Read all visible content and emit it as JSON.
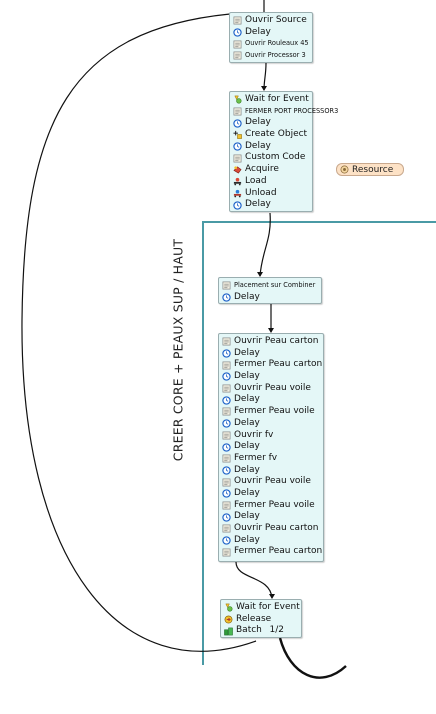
{
  "group": {
    "label": "CREER CORE + PEAUX SUP / HAUT"
  },
  "resource": {
    "label": "Resource",
    "icon": "resource-icon"
  },
  "blocks": [
    {
      "rows": [
        {
          "text": "Ouvrir Source",
          "icon": "script-icon"
        },
        {
          "text": "Delay",
          "icon": "clock-icon"
        },
        {
          "text": "Ouvrir Rouleaux 45",
          "icon": "script-icon",
          "small": true
        },
        {
          "text": "Ouvrir Processor 3",
          "icon": "script-icon",
          "small": true
        }
      ]
    },
    {
      "rows": [
        {
          "text": "Wait for Event",
          "icon": "wait-event-icon"
        },
        {
          "text": "FERMER PORT PROCESSOR3",
          "icon": "script-icon",
          "small": true
        },
        {
          "text": "Delay",
          "icon": "clock-icon"
        },
        {
          "text": "Create Object",
          "icon": "create-object-icon"
        },
        {
          "text": "Delay",
          "icon": "clock-icon"
        },
        {
          "text": "Custom Code",
          "icon": "script-icon"
        },
        {
          "text": "Acquire",
          "icon": "acquire-icon"
        },
        {
          "text": "Load",
          "icon": "load-icon"
        },
        {
          "text": "Unload",
          "icon": "unload-icon"
        },
        {
          "text": "Delay",
          "icon": "clock-icon"
        }
      ]
    },
    {
      "rows": [
        {
          "text": "Placement sur Combiner",
          "icon": "script-icon",
          "small": true
        },
        {
          "text": "Delay",
          "icon": "clock-icon"
        }
      ]
    },
    {
      "rows": [
        {
          "text": "Ouvrir Peau carton",
          "icon": "script-icon"
        },
        {
          "text": "Delay",
          "icon": "clock-icon"
        },
        {
          "text": "Fermer Peau carton",
          "icon": "script-icon"
        },
        {
          "text": "Delay",
          "icon": "clock-icon"
        },
        {
          "text": "Ouvrir Peau voile",
          "icon": "script-icon"
        },
        {
          "text": "Delay",
          "icon": "clock-icon"
        },
        {
          "text": "Fermer Peau voile",
          "icon": "script-icon"
        },
        {
          "text": "Delay",
          "icon": "clock-icon"
        },
        {
          "text": "Ouvrir fv",
          "icon": "script-icon"
        },
        {
          "text": "Delay",
          "icon": "clock-icon"
        },
        {
          "text": "Fermer fv",
          "icon": "script-icon"
        },
        {
          "text": "Delay",
          "icon": "clock-icon"
        },
        {
          "text": "Ouvrir Peau voile",
          "icon": "script-icon"
        },
        {
          "text": "Delay",
          "icon": "clock-icon"
        },
        {
          "text": "Fermer Peau voile",
          "icon": "script-icon"
        },
        {
          "text": "Delay",
          "icon": "clock-icon"
        },
        {
          "text": "Ouvrir Peau carton",
          "icon": "script-icon"
        },
        {
          "text": "Delay",
          "icon": "clock-icon"
        },
        {
          "text": "Fermer Peau carton",
          "icon": "script-icon"
        }
      ]
    },
    {
      "rows": [
        {
          "text": "Wait for Event",
          "icon": "wait-event-icon"
        },
        {
          "text": "Release",
          "icon": "release-icon"
        },
        {
          "text": "Batch",
          "icon": "batch-icon",
          "extra": "1/2"
        }
      ]
    }
  ],
  "colors": {
    "block_bg": "#e4f7f7",
    "block_border": "#9aaeb0",
    "group_border": "#4a9aa5",
    "resource_bg": "#fde2c6",
    "connector": "#111111"
  }
}
